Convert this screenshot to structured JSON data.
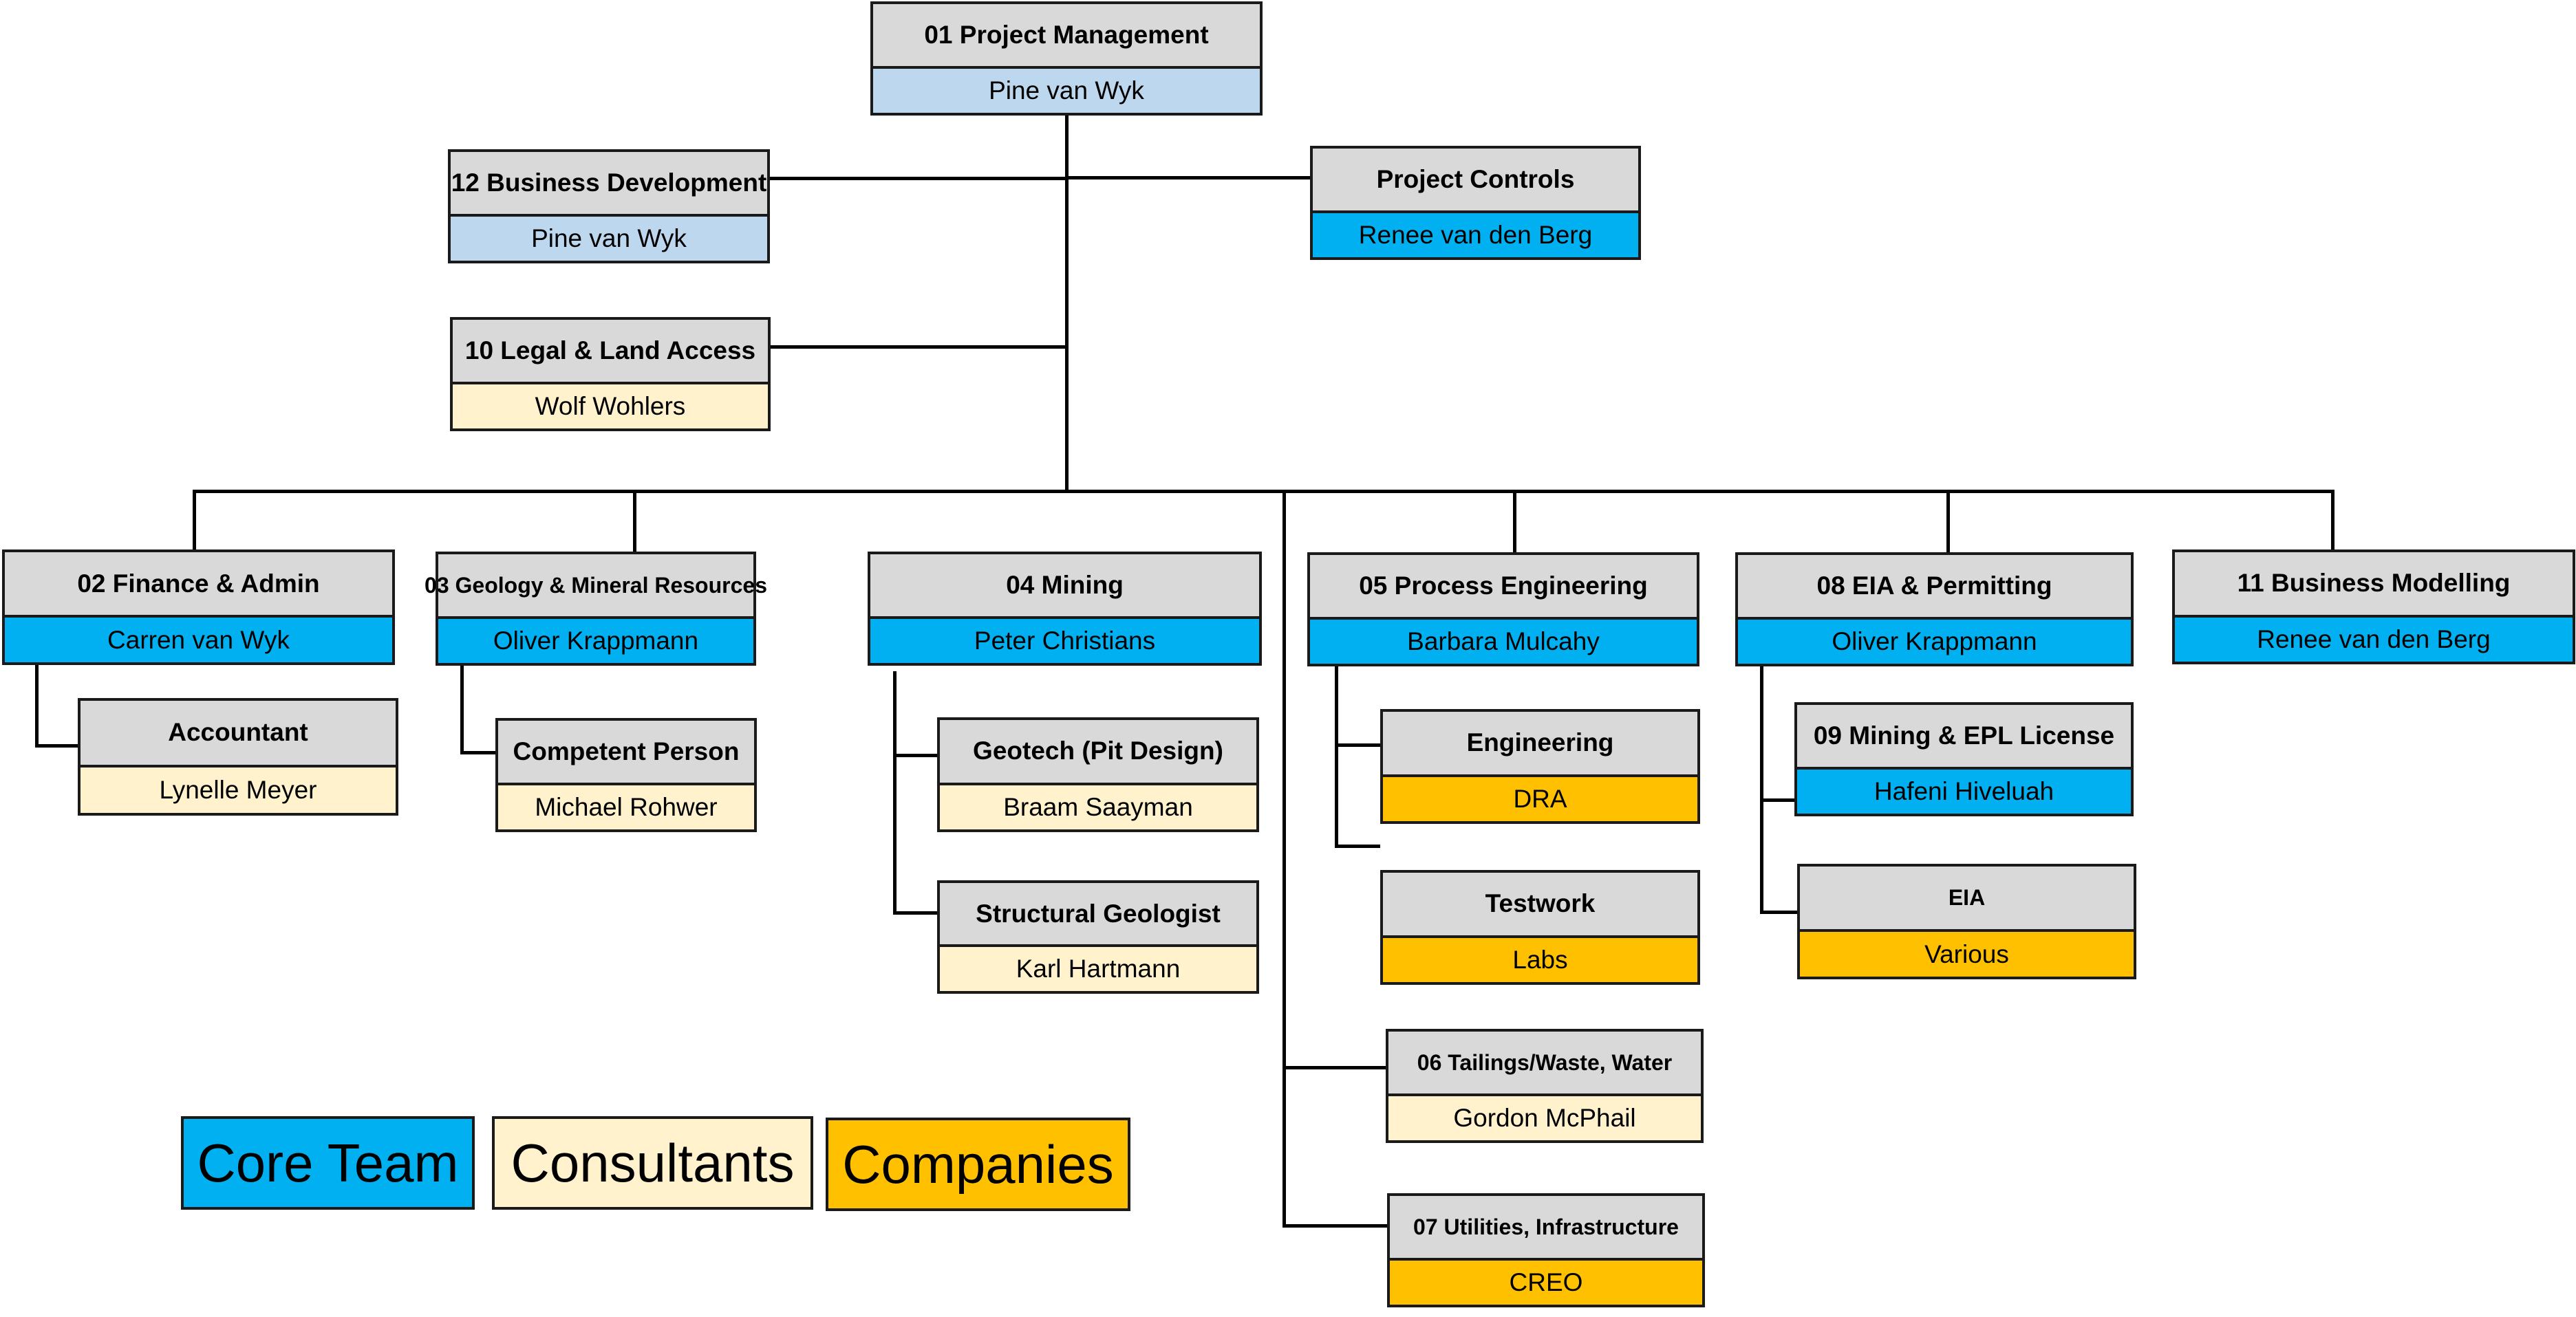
{
  "colors": {
    "header": "#D9D9D9",
    "lead": "#BDD7EE",
    "core": "#00B0F0",
    "consultant": "#FFF2CC",
    "company": "#FFC000"
  },
  "nodes": [
    {
      "id": "pm",
      "title": "01 Project Management",
      "name": "Pine van Wyk",
      "category": "lead"
    },
    {
      "id": "bd",
      "title": "12 Business Development",
      "name": "Pine van Wyk",
      "category": "lead"
    },
    {
      "id": "pc",
      "title": "Project Controls",
      "name": "Renee van den Berg",
      "category": "core"
    },
    {
      "id": "legal",
      "title": "10 Legal & Land Access",
      "name": "Wolf Wohlers",
      "category": "consultant"
    },
    {
      "id": "fin",
      "title": "02 Finance & Admin",
      "name": "Carren van Wyk",
      "category": "core"
    },
    {
      "id": "acc",
      "title": "Accountant",
      "name": "Lynelle Meyer",
      "category": "consultant"
    },
    {
      "id": "geo",
      "title": "03 Geology & Mineral Resources",
      "name": "Oliver Krappmann",
      "category": "core"
    },
    {
      "id": "cp",
      "title": "Competent Person",
      "name": "Michael Rohwer",
      "category": "consultant"
    },
    {
      "id": "min",
      "title": "04 Mining",
      "name": "Peter Christians",
      "category": "core"
    },
    {
      "id": "gt",
      "title": "Geotech (Pit Design)",
      "name": "Braam Saayman",
      "category": "consultant"
    },
    {
      "id": "sg",
      "title": "Structural Geologist",
      "name": "Karl Hartmann",
      "category": "consultant"
    },
    {
      "id": "proc",
      "title": "05 Process Engineering",
      "name": "Barbara Mulcahy",
      "category": "core"
    },
    {
      "id": "eng",
      "title": "Engineering",
      "name": "DRA",
      "category": "company"
    },
    {
      "id": "test",
      "title": "Testwork",
      "name": "Labs",
      "category": "company"
    },
    {
      "id": "tail",
      "title": "06 Tailings/Waste, Water",
      "name": "Gordon McPhail",
      "category": "consultant"
    },
    {
      "id": "util",
      "title": "07 Utilities, Infrastructure",
      "name": "CREO",
      "category": "company"
    },
    {
      "id": "eia",
      "title": "08 EIA & Permitting",
      "name": "Oliver Krappmann",
      "category": "core"
    },
    {
      "id": "lic",
      "title": "09 Mining & EPL License",
      "name": "Hafeni Hiveluah",
      "category": "core"
    },
    {
      "id": "eia2",
      "title": "EIA",
      "name": "Various",
      "category": "company"
    },
    {
      "id": "bm",
      "title": "11 Business Modelling",
      "name": "Renee van den Berg",
      "category": "core"
    }
  ],
  "legend": [
    {
      "label": "Core Team",
      "category": "core"
    },
    {
      "label": "Consultants",
      "category": "consultant"
    },
    {
      "label": "Companies",
      "category": "company"
    }
  ]
}
